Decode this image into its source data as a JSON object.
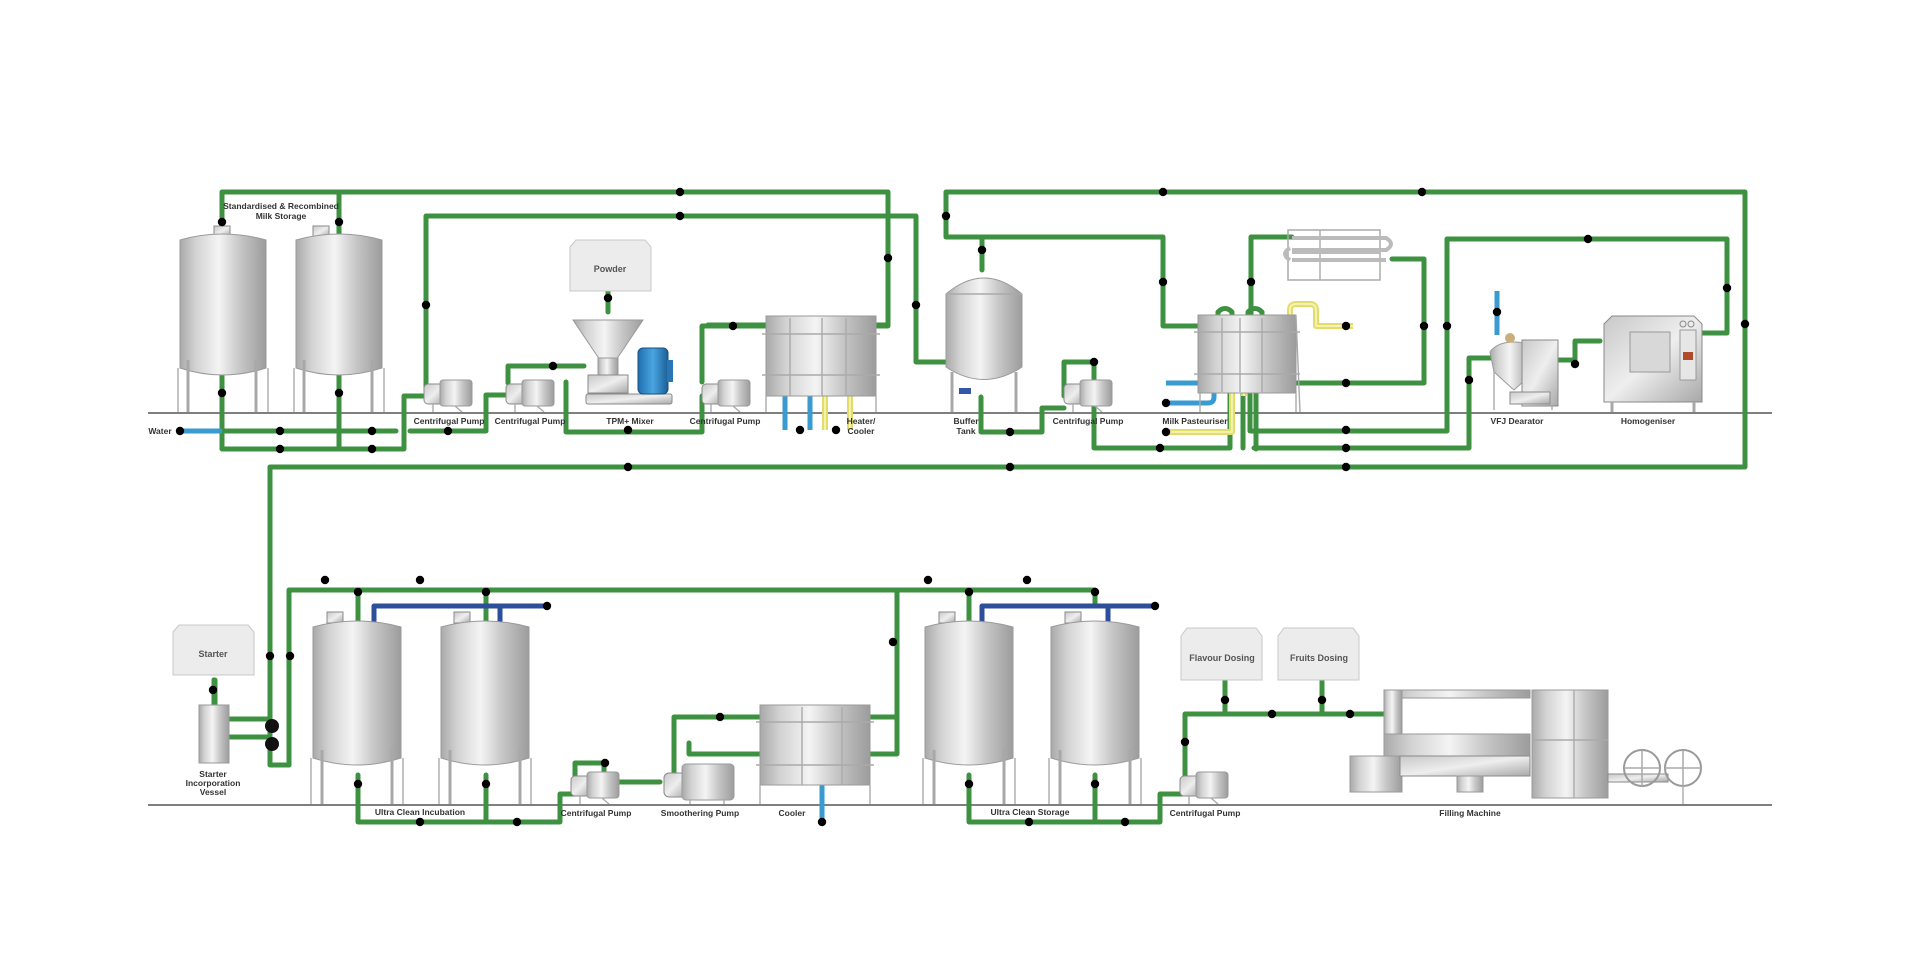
{
  "diagram": {
    "title": "Yoghurt / Dairy Processing Line",
    "colors": {
      "product_pipe": "#3d9140",
      "water_pipe": "#3a9bd0",
      "cip_pipe": "#2d4f9a",
      "hot_water_pipe": "#e2dc6a",
      "floor_line": "#555555"
    },
    "top_row": {
      "storage_label_line1": "Standardised & Recombined",
      "storage_label_line2": "Milk Storage",
      "water_label": "Water",
      "pump1_label": "Centrifugal Pump",
      "pump2_label": "Centrifugal Pump",
      "powder_label": "Powder",
      "mixer_label": "TPM+ Mixer",
      "pump3_label": "Centrifugal Pump",
      "heater_label_line1": "Heater/",
      "heater_label_line2": "Cooler",
      "buffer_label_line1": "Buffer",
      "buffer_label_line2": "Tank",
      "pump4_label": "Centrifugal Pump",
      "pasteuriser_label": "Milk Pasteuriser",
      "dearator_label": "VFJ Dearator",
      "homogeniser_label": "Homogeniser"
    },
    "bottom_row": {
      "starter_label": "Starter",
      "starter_vessel_line1": "Starter",
      "starter_vessel_line2": "Incorporation",
      "starter_vessel_line3": "Vessel",
      "incubation_label": "Ultra Clean Incubation",
      "pump5_label": "Centrifugal Pump",
      "smoothering_label": "Smoothering Pump",
      "cooler_label": "Cooler",
      "storage_label": "Ultra Clean Storage",
      "pump6_label": "Centrifugal Pump",
      "flavour_label": "Flavour Dosing",
      "fruits_label": "Fruits Dosing",
      "filling_label": "Filling Machine"
    }
  }
}
